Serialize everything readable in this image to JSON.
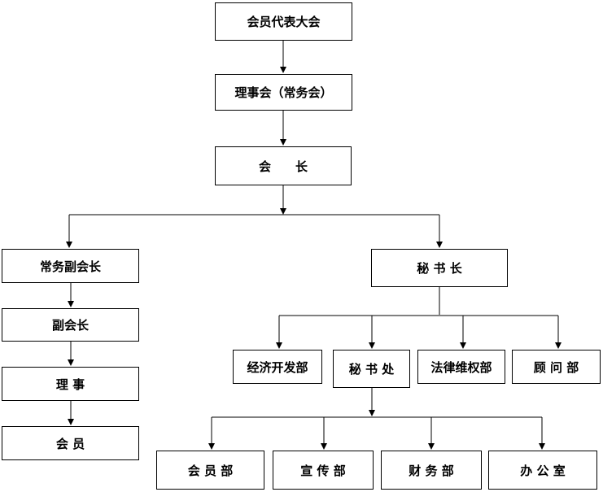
{
  "nodes": {
    "general_assembly": "会员代表大会",
    "council": "理事会（常务会）",
    "president": "会　　长",
    "exec_vice_president": "常务副会长",
    "vice_president": "副会长",
    "director": "理 事",
    "member": "会 员",
    "secretary_general": "秘 书 长",
    "econ_dev_dept": "经济开发部",
    "secretariat": "秘 书 处",
    "legal_rights_dept": "法律维权部",
    "advisory_dept": "顾 问 部",
    "membership_dept": "会 员 部",
    "publicity_dept": "宣 传 部",
    "finance_dept": "财 务 部",
    "office": "办 公 室"
  }
}
